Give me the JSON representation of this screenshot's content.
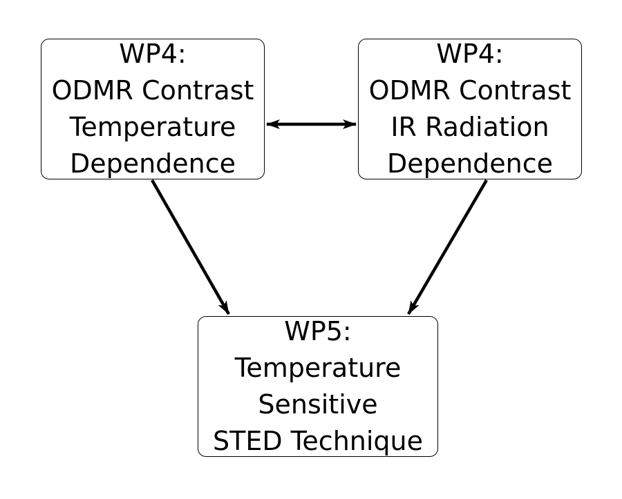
{
  "colors": {
    "stroke": "#000000",
    "background": "#ffffff"
  },
  "nodes": {
    "wp4_temperature": {
      "lines": [
        "WP4:",
        "ODMR Contrast",
        "Temperature",
        "Dependence"
      ]
    },
    "wp4_ir": {
      "lines": [
        "WP4:",
        "ODMR Contrast",
        "IR Radiation",
        "Dependence"
      ]
    },
    "wp5": {
      "lines": [
        "WP5:",
        "Temperature",
        "Sensitive",
        "STED Technique"
      ]
    }
  },
  "edges": [
    {
      "from": "wp4_temperature",
      "to": "wp4_ir",
      "direction": "both"
    },
    {
      "from": "wp4_temperature",
      "to": "wp5",
      "direction": "forward"
    },
    {
      "from": "wp4_ir",
      "to": "wp5",
      "direction": "forward"
    }
  ]
}
